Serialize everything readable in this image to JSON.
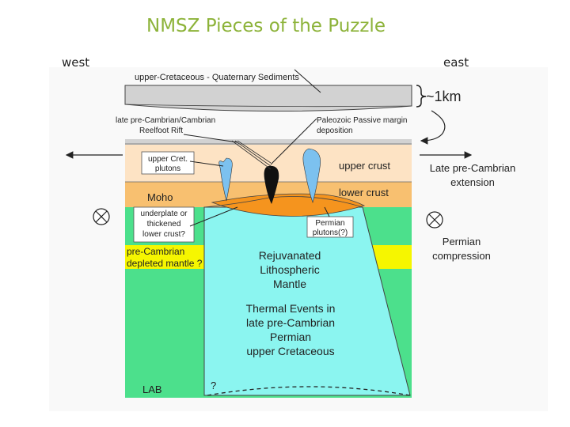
{
  "title": "NMSZ Pieces of the Puzzle",
  "direction": {
    "west": "west",
    "east": "east"
  },
  "diagram": {
    "sediments": "upper-Cretaceous - Quaternary Sediments",
    "scale": "~1km",
    "rift_line1": "late pre-Cambrian/Cambrian",
    "rift_line2": "Reelfoot Rift",
    "margin_line1": "Paleozoic Passive margin",
    "margin_line2": "deposition",
    "plutons_line1": "upper Cret.",
    "plutons_line2": "plutons",
    "upper_crust": "upper crust",
    "lower_crust": "lower crust",
    "moho": "Moho",
    "underplate_line1": "underplate or",
    "underplate_line2": "thickened",
    "underplate_line3": "lower crust?",
    "permian_plutons_line1": "Permian",
    "permian_plutons_line2": "plutons(?)",
    "depleted_line1": "pre-Cambrian",
    "depleted_line2": "depleted mantle ?",
    "rejuv_line1": "Rejuvanated",
    "rejuv_line2": "Lithospheric",
    "rejuv_line3": "Mantle",
    "thermal_line1": "Thermal Events in",
    "thermal_line2": "late pre-Cambrian",
    "thermal_line3": "Permian",
    "thermal_line4": "upper Cretaceous",
    "extension_line1": "Late pre-Cambrian",
    "extension_line2": "extension",
    "compression_line1": "Permian",
    "compression_line2": "compression",
    "lab": "LAB",
    "q_bottom": "?"
  },
  "colors": {
    "title": "#8db33a",
    "mantle": "#4ce08c",
    "upper_crust": "#fde3c4",
    "lower_crust": "#f8c070",
    "underplate": "#f5941e",
    "depleted_mantle": "#f6f600",
    "rejuvenated_mantle": "#8bf5f0",
    "pluton": "#7cc1ef",
    "sediment": "#d2d2d2"
  }
}
